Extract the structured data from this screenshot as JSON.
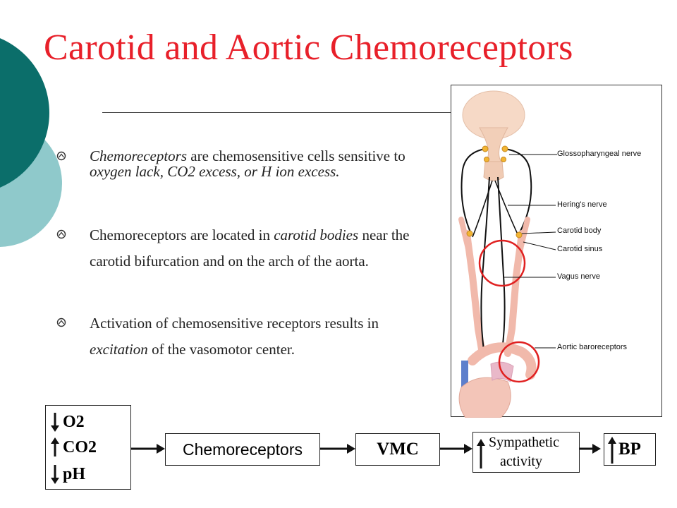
{
  "slide": {
    "title": "Carotid and Aortic Chemoreceptors",
    "bullets": [
      {
        "segments": [
          {
            "text": "Chemoreceptors",
            "italic": true
          },
          {
            "text": " are chemosensitive cells sensitive to ",
            "italic": false
          },
          {
            "text": "oxygen lack, CO2 excess, or H ion excess.",
            "italic": true
          }
        ]
      },
      {
        "segments": [
          {
            "text": "Chemoreceptors are located in ",
            "italic": false
          },
          {
            "text": "carotid bodies",
            "italic": true
          },
          {
            "text": " near the carotid bifurcation and on the arch of the aorta.",
            "italic": false
          }
        ]
      },
      {
        "segments": [
          {
            "text": "Activation of chemosensitive receptors results in ",
            "italic": false
          },
          {
            "text": "excitation",
            "italic": true
          },
          {
            "text": " of the vasomotor center.",
            "italic": false
          }
        ]
      }
    ]
  },
  "diagram": {
    "labels": {
      "glossopharyngeal": "Glossopharyngeal nerve",
      "hering": "Hering's nerve",
      "carotid_body": "Carotid body",
      "carotid_sinus": "Carotid sinus",
      "vagus": "Vagus nerve",
      "aortic": "Aortic baroreceptors"
    }
  },
  "flow": {
    "inputs": [
      {
        "label": "O2",
        "direction": "down"
      },
      {
        "label": "CO2",
        "direction": "up"
      },
      {
        "label": "pH",
        "direction": "down"
      }
    ],
    "chemoreceptors": "Chemoreceptors",
    "vmc": "VMC",
    "sympathetic_line1": "Sympathetic",
    "sympathetic_line2": "activity",
    "bp": "BP"
  },
  "colors": {
    "title": "#e8202a",
    "decor_dark": "#0b6e6a",
    "decor_light": "#8fc9cb",
    "highlight_circle": "#e02020"
  }
}
